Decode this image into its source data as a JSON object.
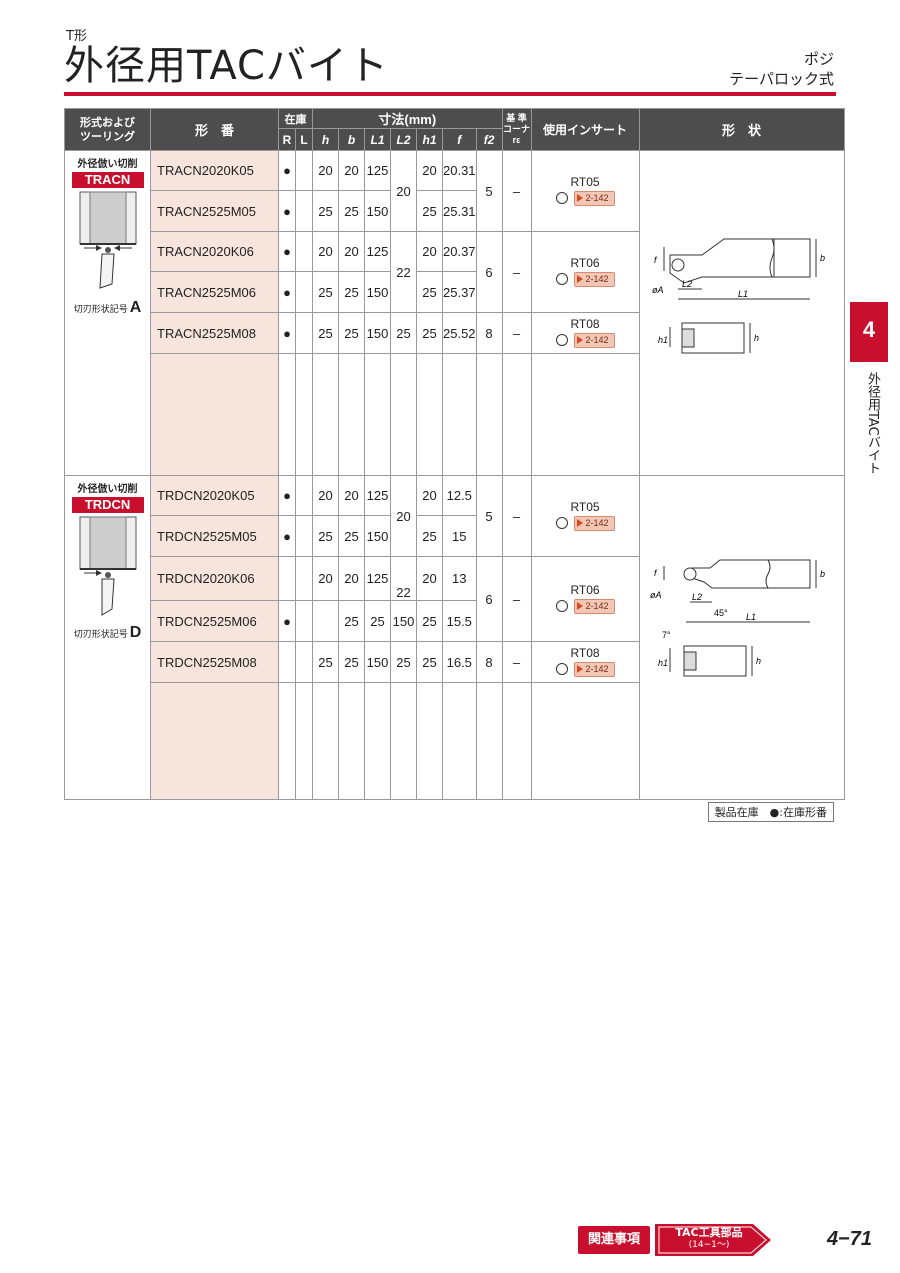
{
  "header": {
    "type_label": "T形",
    "title": "外径用TACバイト",
    "right_line1": "ポジ",
    "right_line2": "テーパロック式"
  },
  "table_headers": {
    "col_type": "形式および\nツーリング",
    "col_model": "形　番",
    "col_stock": "在庫",
    "stock_r": "R",
    "stock_l": "L",
    "col_dims": "寸法(mm)",
    "dim_h": "h",
    "dim_b": "b",
    "dim_L1": "L1",
    "dim_L2": "L2",
    "dim_h1": "h1",
    "dim_f": "f",
    "dim_f2": "f2",
    "col_corner": "基 準\nコーナ\nrε",
    "col_insert": "使用インサート",
    "col_shape": "形　状"
  },
  "sections": [
    {
      "category_title": "外径倣い切削",
      "category_badge": "TRACN",
      "cutting_shape_label": "切刃形状記号",
      "cutting_shape_code": "A",
      "rows": [
        {
          "model": "TRACN2020K05",
          "stock_r": "●",
          "h": "20",
          "b": "20",
          "L1": "125",
          "L2": "20",
          "h1": "20",
          "f": "20.31",
          "f2": "5",
          "corner": "–",
          "insert": "RT05",
          "ref": "2-142"
        },
        {
          "model": "TRACN2525M05",
          "stock_r": "●",
          "h": "25",
          "b": "25",
          "L1": "150",
          "h1": "25",
          "f": "25.31"
        },
        {
          "model": "TRACN2020K06",
          "stock_r": "●",
          "h": "20",
          "b": "20",
          "L1": "125",
          "L2": "22",
          "h1": "20",
          "f": "20.37",
          "f2": "6",
          "corner": "–",
          "insert": "RT06",
          "ref": "2-142"
        },
        {
          "model": "TRACN2525M06",
          "stock_r": "●",
          "h": "25",
          "b": "25",
          "L1": "150",
          "h1": "25",
          "f": "25.37"
        },
        {
          "model": "TRACN2525M08",
          "stock_r": "●",
          "h": "25",
          "b": "25",
          "L1": "150",
          "L2": "25",
          "h1": "25",
          "f": "25.52",
          "f2": "8",
          "corner": "–",
          "insert": "RT08",
          "ref": "2-142"
        }
      ],
      "diagram_labels": {
        "f": "f",
        "b": "b",
        "phiA": "øA",
        "L2": "L2",
        "L1": "L1",
        "h1": "h1",
        "h": "h"
      }
    },
    {
      "category_title": "外径倣い切削",
      "category_badge": "TRDCN",
      "cutting_shape_label": "切刃形状記号",
      "cutting_shape_code": "D",
      "rows": [
        {
          "model": "TRDCN2020K05",
          "stock_r": "●",
          "h": "20",
          "b": "20",
          "L1": "125",
          "L2": "20",
          "h1": "20",
          "f": "12.5",
          "f2": "5",
          "corner": "–",
          "insert": "RT05",
          "ref": "2-142"
        },
        {
          "model": "TRDCN2525M05",
          "stock_r": "●",
          "h": "25",
          "b": "25",
          "L1": "150",
          "h1": "25",
          "f": "15"
        },
        {
          "model": "TRDCN2020K06",
          "stock_r": "",
          "h": "20",
          "b": "20",
          "L1": "125",
          "L2": "22",
          "h1": "20",
          "f": "13",
          "f2": "6",
          "corner": "–",
          "insert": "RT06",
          "ref": "2-142"
        },
        {
          "model": "TRDCN2525M06",
          "stock_r": "●",
          "h": "",
          "b": "25",
          "L1": "25",
          "L2x": "150",
          "h1": "25",
          "f": "15.5"
        },
        {
          "model": "TRDCN2525M08",
          "stock_r": "",
          "h": "25",
          "b": "25",
          "L1": "150",
          "L2": "25",
          "h1": "25",
          "f": "16.5",
          "f2": "8",
          "corner": "–",
          "insert": "RT08",
          "ref": "2-142"
        }
      ],
      "diagram_labels": {
        "f": "f",
        "b": "b",
        "phiA": "øA",
        "L2": "L2",
        "angle45": "45°",
        "L1": "L1",
        "angle7": "7°",
        "h1": "h1",
        "h": "h"
      }
    }
  ],
  "legend": "製品在庫　●:在庫形番",
  "side_tab": {
    "number": "4",
    "text": "外径用TACバイト"
  },
  "footer": {
    "related": "関連事項",
    "link_line1": "TAC工具部品",
    "link_line2": "(14−1〜)",
    "page_number": "4−71"
  },
  "colors": {
    "accent": "#c8102e",
    "header_gray": "#4d4d4d",
    "model_bg": "#f7e4dc"
  }
}
